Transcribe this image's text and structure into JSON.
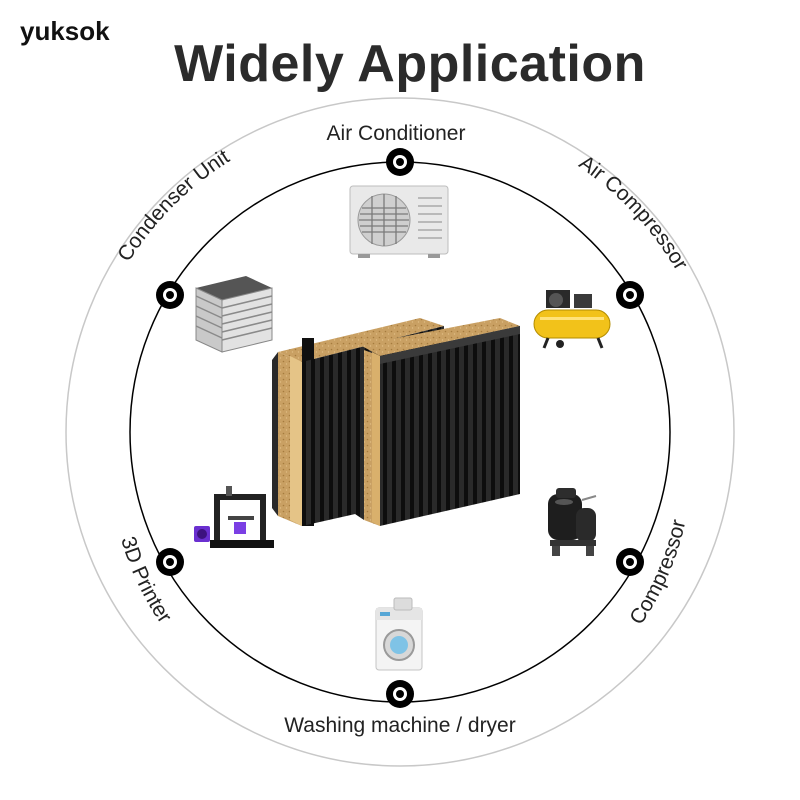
{
  "brand": "yuksok",
  "title": "Widely Application",
  "applications": [
    {
      "id": "air-conditioner",
      "label": "Air Conditioner",
      "icon": "air-conditioner-icon"
    },
    {
      "id": "air-compressor",
      "label": "Air Compressor",
      "icon": "air-compressor-icon"
    },
    {
      "id": "compressor",
      "label": "Compressor",
      "icon": "compressor-icon"
    },
    {
      "id": "washing-machine",
      "label": "Washing machine / dryer",
      "icon": "washing-machine-icon"
    },
    {
      "id": "3d-printer",
      "label": "3D Printer",
      "icon": "3d-printer-icon"
    },
    {
      "id": "condenser-unit",
      "label": "Condenser Unit",
      "icon": "condenser-unit-icon"
    }
  ],
  "colors": {
    "pad_rubber": "#1c1c1c",
    "pad_cork": "#c9a063",
    "compressor_tank": "#f2c21a",
    "ring": "#000000",
    "outer_ring": "#c8c8c8"
  }
}
